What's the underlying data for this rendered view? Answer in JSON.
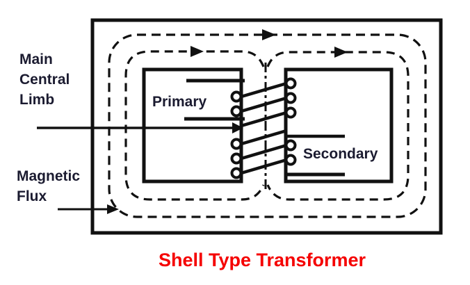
{
  "title": {
    "text": "Shell Type Transformer"
  },
  "labels": {
    "main_central_limb": "Main\nCentral\nLimb",
    "magnetic_flux": "Magnetic\nFlux",
    "primary": "Primary",
    "secondary": "Secondary"
  },
  "colors": {
    "diagram_line": "#111111",
    "label_text": "#1b1b30",
    "title_text": "#f50000",
    "background": "#ffffff"
  },
  "icons": {
    "flux-direction-arrowhead-icon": "▶",
    "label-pointer-arrowhead-icon": "▶"
  }
}
